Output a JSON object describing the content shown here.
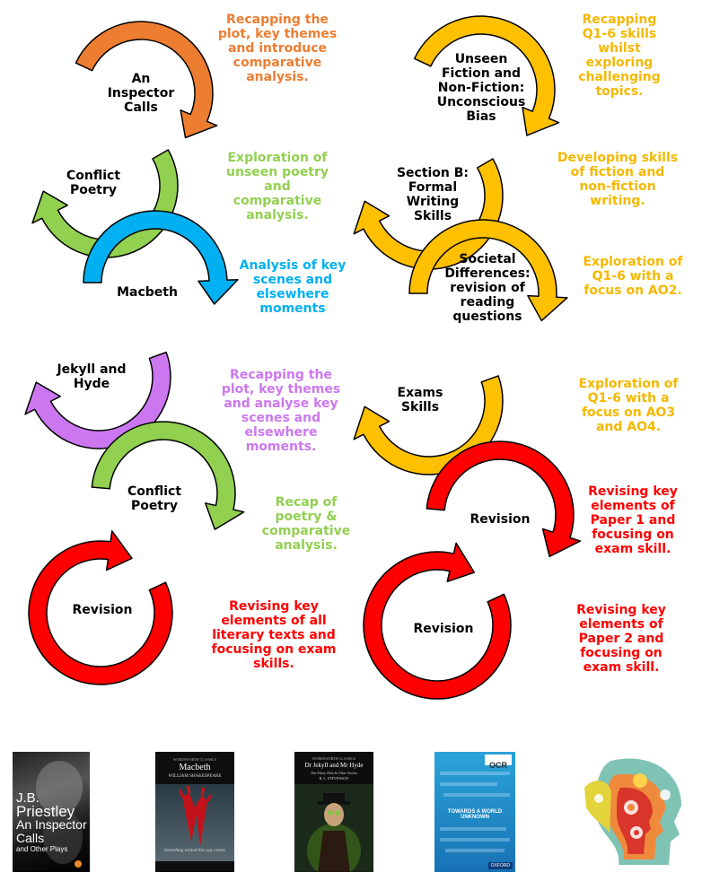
{
  "colors": {
    "orange": "#ED7D31",
    "green": "#92D050",
    "blue": "#00B0F0",
    "purple": "#CC77F0",
    "red": "#FF0000",
    "gold": "#FFC000",
    "gold_text": "#F5B800",
    "outline": "#000000"
  },
  "left_column": [
    {
      "label": [
        "An",
        "Inspector",
        "Calls"
      ],
      "desc": [
        "Recapping the",
        "plot, key themes",
        "and introduce",
        "comparative",
        "analysis."
      ],
      "color": "orange"
    },
    {
      "label": [
        "Conflict",
        "Poetry"
      ],
      "desc": [
        "Exploration of",
        "unseen poetry",
        "and",
        "comparative",
        "analysis."
      ],
      "color": "green"
    },
    {
      "label": [
        "Macbeth"
      ],
      "desc": [
        "Analysis of key",
        "scenes and",
        "elsewhere",
        "moments"
      ],
      "color": "blue"
    },
    {
      "label": [
        "Jekyll and",
        "Hyde"
      ],
      "desc": [
        "Recapping the",
        "plot, key themes",
        "and analyse key",
        "scenes and",
        "elsewhere",
        "moments."
      ],
      "color": "purple"
    },
    {
      "label": [
        "Conflict",
        "Poetry"
      ],
      "desc": [
        "Recap of",
        "poetry &",
        "comparative",
        "analysis."
      ],
      "color": "green"
    },
    {
      "label": [
        "Revision"
      ],
      "desc": [
        "Revising key",
        "elements of all",
        "literary texts and",
        "focusing on exam",
        "skills."
      ],
      "color": "red"
    }
  ],
  "right_column": [
    {
      "label": [
        "Unseen",
        "Fiction and",
        "Non-Fiction:",
        "Unconscious",
        "Bias"
      ],
      "desc": [
        "Recapping",
        "Q1-6 skills",
        "whilst",
        "exploring",
        "challenging",
        "topics."
      ],
      "color": "gold"
    },
    {
      "label": [
        "Section B:",
        "Formal",
        "Writing",
        "Skills"
      ],
      "desc": [
        "Developing skills",
        "of fiction and",
        "non-fiction",
        "writing."
      ],
      "color": "gold"
    },
    {
      "label": [
        "Societal",
        "Differences:",
        "revision of",
        "reading",
        "questions"
      ],
      "desc": [
        "Exploration of",
        "Q1-6 with a",
        "focus on AO2."
      ],
      "color": "gold"
    },
    {
      "label": [
        "Exams",
        "Skills"
      ],
      "desc": [
        "Exploration of",
        "Q1-6 with a",
        "focus on AO3",
        "and AO4."
      ],
      "color": "gold"
    },
    {
      "label": [
        "Revision"
      ],
      "desc": [
        "Revising key",
        "elements of",
        "Paper 1 and",
        "focusing on",
        "exam skill."
      ],
      "color": "red"
    },
    {
      "label": [
        "Revision"
      ],
      "desc": [
        "Revising key",
        "elements of",
        "Paper 2 and",
        "focusing on",
        "exam skill."
      ],
      "color": "red"
    }
  ],
  "covers": {
    "inspector": {
      "author": "J.B.",
      "author2": "Priestley",
      "title1": "An Inspector",
      "title2": "Calls",
      "sub": "and Other Plays"
    },
    "macbeth": {
      "series": "WORDSWORTH CLASSICS",
      "title": "Macbeth",
      "author": "WILLIAM SHAKESPEARE",
      "quote": "Something wicked this way comes"
    },
    "jekyll": {
      "series": "WORDSWORTH CLASSICS",
      "title": "Dr Jekyll and Mr Hyde",
      "sub": "The Merry Men & Other Stories",
      "author": "R. L. STEVENSON"
    },
    "ocr": {
      "brand": "OCR",
      "title": "TOWARDS A WORLD UNKNOWN",
      "publisher": "OXFORD"
    },
    "heads": {}
  }
}
